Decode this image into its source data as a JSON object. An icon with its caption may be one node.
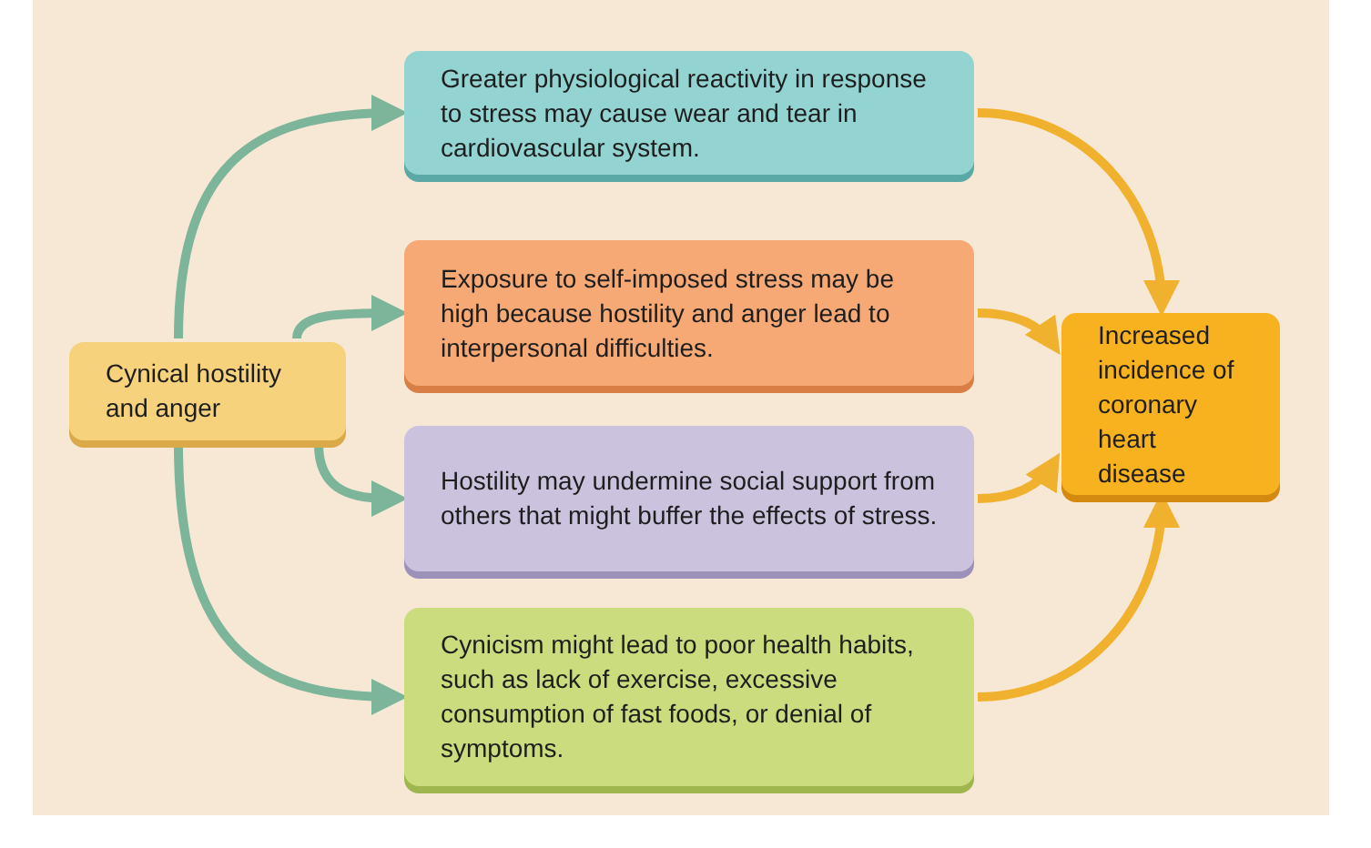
{
  "diagram": {
    "nodes": [
      {
        "text": [
          "Cynical hostility and anger"
        ]
      },
      {
        "text": [
          "Greater physiological reactivity in response to stress may cause wear and tear in cardiovascular system."
        ]
      },
      {
        "text": [
          "Exposure to self-imposed stress may be high because hostility and anger lead to interpersonal difficulties."
        ]
      },
      {
        "text": [
          "Hostility may undermine social support from others that might buffer the effects of stress."
        ]
      },
      {
        "text": [
          "Cynicism might lead to poor health habits, such as lack of exercise, excessive consumption of fast foods, or denial of symptoms."
        ]
      },
      {
        "text": [
          "Increased incidence of coronary heart disease"
        ]
      }
    ],
    "edges": [
      {
        "from": 0,
        "to": 1,
        "arrow": "to",
        "color": "#7cb59a"
      },
      {
        "from": 0,
        "to": 2,
        "arrow": "to",
        "color": "#7cb59a"
      },
      {
        "from": 0,
        "to": 3,
        "arrow": "to",
        "color": "#7cb59a"
      },
      {
        "from": 0,
        "to": 4,
        "arrow": "to",
        "color": "#7cb59a"
      },
      {
        "from": 1,
        "to": 5,
        "arrow": "to",
        "color": "#f0b22e"
      },
      {
        "from": 2,
        "to": 5,
        "arrow": "to",
        "color": "#f0b22e"
      },
      {
        "from": 3,
        "to": 5,
        "arrow": "to",
        "color": "#f0b22e"
      },
      {
        "from": 4,
        "to": 5,
        "arrow": "to",
        "color": "#f0b22e"
      }
    ]
  }
}
